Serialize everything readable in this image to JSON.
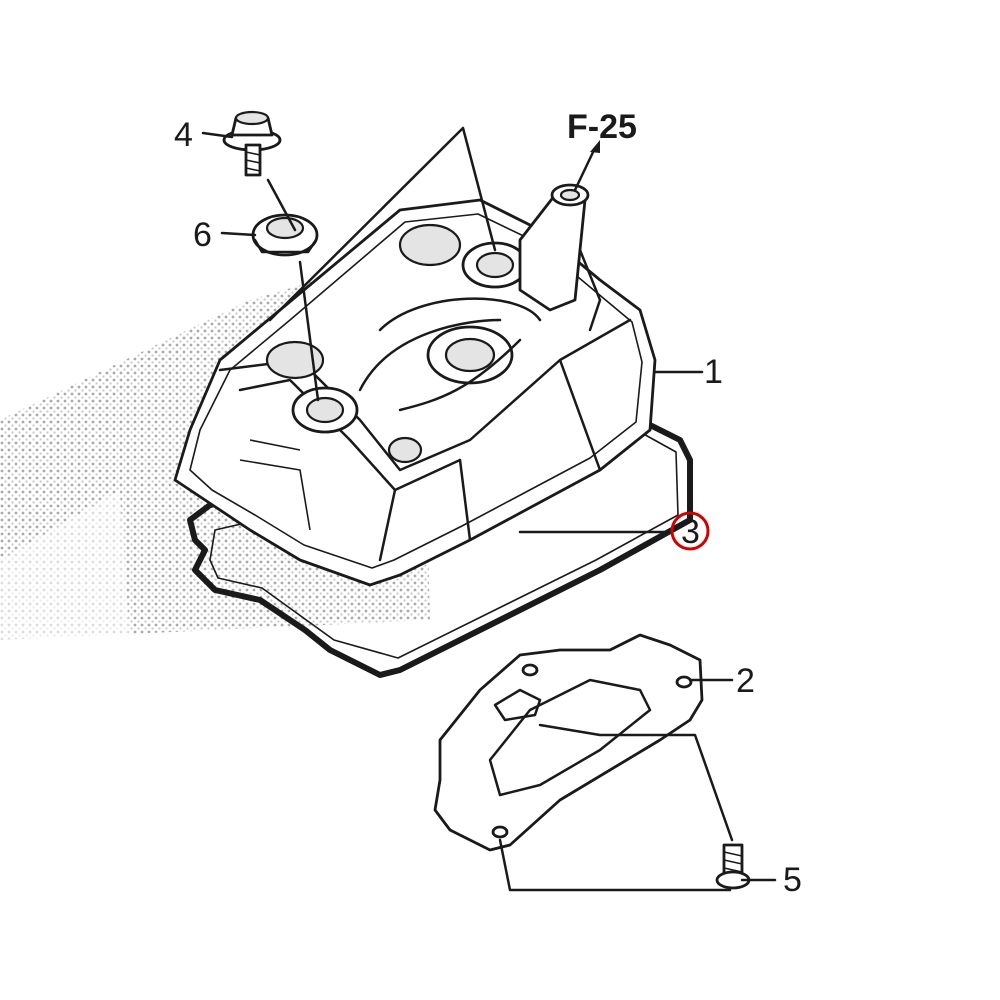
{
  "diagram": {
    "reference": "F-25",
    "highlight_color": "#d40000",
    "callouts": [
      {
        "id": "1",
        "part": "cylinder-head-cover"
      },
      {
        "id": "2",
        "part": "breather-plate"
      },
      {
        "id": "3",
        "part": "head-cover-gasket",
        "highlighted": true
      },
      {
        "id": "4",
        "part": "flange-bolt"
      },
      {
        "id": "5",
        "part": "plate-bolt"
      },
      {
        "id": "6",
        "part": "rubber-seal"
      }
    ]
  }
}
